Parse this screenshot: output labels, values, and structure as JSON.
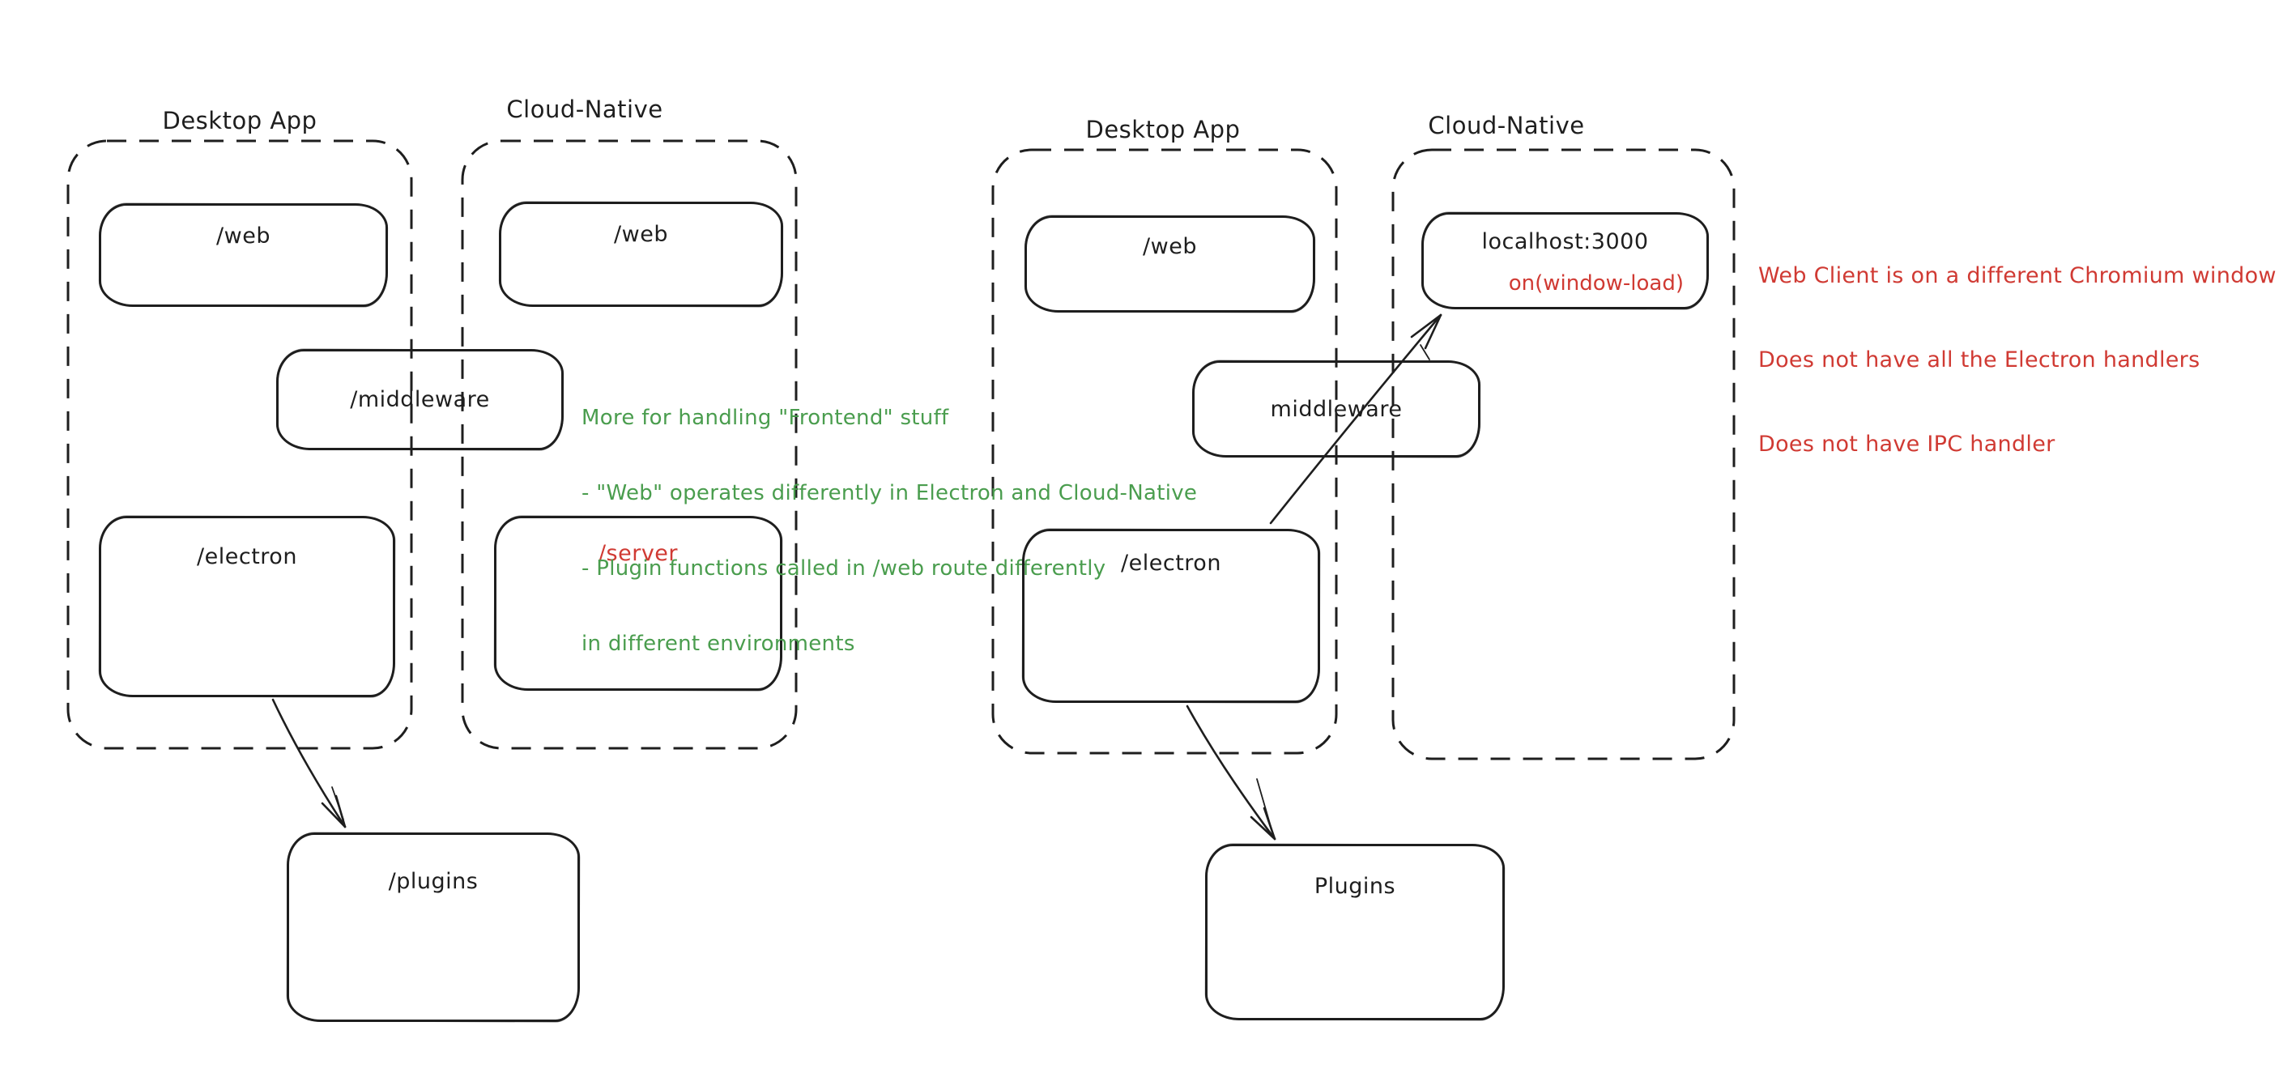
{
  "colors": {
    "ink": "#1e1e1e",
    "green": "#4a9d4e",
    "red": "#d03a33",
    "background": "#ffffff"
  },
  "left": {
    "desktop_label": "Desktop App",
    "cloud_label": "Cloud-Native",
    "web_desktop": "/web",
    "web_cloud": "/web",
    "middleware": "/middleware",
    "electron": "/electron",
    "server": "/server",
    "plugins": "/plugins",
    "green_note": {
      "line1": "More for handling \"Frontend\" stuff",
      "line2": "- \"Web\" operates differently in Electron and Cloud-Native",
      "line3": "- Plugin functions called in /web route differently",
      "line4": "in different environments"
    }
  },
  "right": {
    "desktop_label": "Desktop App",
    "cloud_label": "Cloud-Native",
    "web": "/web",
    "localhost_title": "localhost:3000",
    "localhost_event": "on(window-load)",
    "middleware": "middleware",
    "electron": "/electron",
    "plugins": "Plugins",
    "red_note": {
      "line1": "Web Client is on a different Chromium window",
      "line2": "Does not have all the Electron handlers",
      "line3": "Does not have IPC handler"
    }
  }
}
